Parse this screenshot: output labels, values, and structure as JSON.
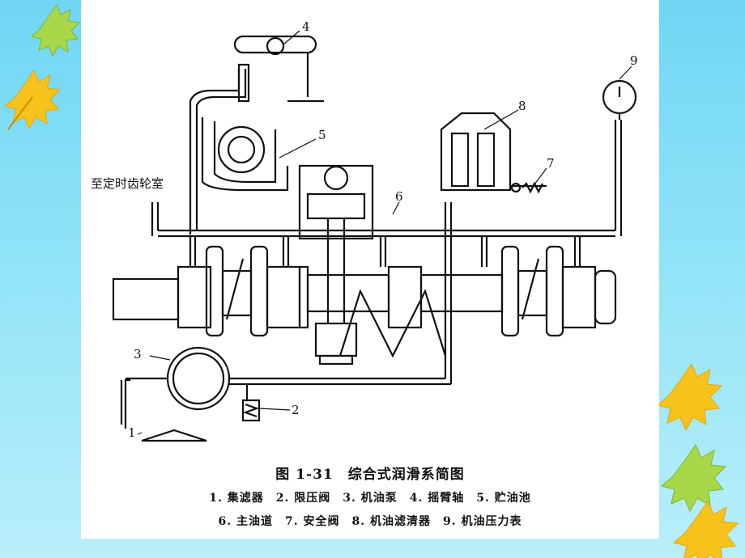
{
  "figure": {
    "title": "图 1-31　综合式润滑系简图",
    "legend_line1": "1. 集滤器　2. 限压阀　3. 机油泵　4. 摇臂轴　5. 贮油池",
    "legend_line2": "6. 主油道　7. 安全阀　8. 机油滤清器　9. 机油压力表"
  },
  "callouts": {
    "n1": "1",
    "n2": "2",
    "n3": "3",
    "n4": "4",
    "n5": "5",
    "n6": "6",
    "n7": "7",
    "n8": "8",
    "n9": "9"
  },
  "side_label": "至定时齿轮室",
  "colors": {
    "background": "#7fdcf5",
    "leaf_yellow": "#f7c21c",
    "leaf_green": "#a8d84a",
    "ink": "#111111"
  }
}
